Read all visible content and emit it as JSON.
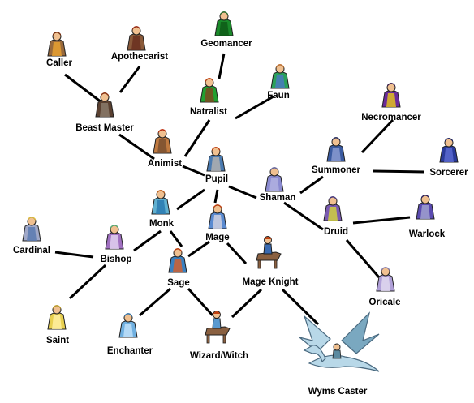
{
  "classes": [
    {
      "id": "caller",
      "label": "Caller",
      "sprite": "robed-figure-icon",
      "colors": {
        "body": "#9a6a3c",
        "accent": "#e8a030",
        "hair": "#7a3010"
      }
    },
    {
      "id": "apothecarist",
      "label": "Apothecarist",
      "sprite": "robed-figure-icon",
      "colors": {
        "body": "#8a5a3a",
        "accent": "#6a3020",
        "hair": "#a03018"
      }
    },
    {
      "id": "geomancer",
      "label": "Geomancer",
      "sprite": "robed-figure-icon",
      "colors": {
        "body": "#1a8a2a",
        "accent": "#0f5a18",
        "hair": "#2a6a2a"
      }
    },
    {
      "id": "natralist",
      "label": "Natralist",
      "sprite": "robed-figure-icon",
      "colors": {
        "body": "#22a030",
        "accent": "#7a4a20",
        "hair": "#c04010"
      }
    },
    {
      "id": "faun",
      "label": "Faun",
      "sprite": "robed-figure-icon",
      "colors": {
        "body": "#2aa05a",
        "accent": "#4a7ac0",
        "hair": "#c07030"
      }
    },
    {
      "id": "beast-master",
      "label": "Beast Master",
      "sprite": "robed-figure-icon",
      "colors": {
        "body": "#5a4030",
        "accent": "#8a7a6a",
        "hair": "#8a3010"
      }
    },
    {
      "id": "animist",
      "label": "Animist",
      "sprite": "robed-figure-icon",
      "colors": {
        "body": "#c07a40",
        "accent": "#7a5030",
        "hair": "#c03010"
      }
    },
    {
      "id": "pupil",
      "label": "Pupil",
      "sprite": "robed-figure-icon",
      "colors": {
        "body": "#4a7ab0",
        "accent": "#b0b0b0",
        "hair": "#c04010"
      }
    },
    {
      "id": "necromancer",
      "label": "Necromancer",
      "sprite": "robed-figure-icon",
      "colors": {
        "body": "#6a2a9a",
        "accent": "#e0c020",
        "hair": "#3a2050"
      }
    },
    {
      "id": "summoner",
      "label": "Summoner",
      "sprite": "robed-figure-icon",
      "colors": {
        "body": "#3a5aa0",
        "accent": "#8a9ad0",
        "hair": "#2a3060"
      }
    },
    {
      "id": "sorcerer",
      "label": "Sorcerer",
      "sprite": "robed-figure-icon",
      "colors": {
        "body": "#2a3a9a",
        "accent": "#5a6ad0",
        "hair": "#1a2060"
      }
    },
    {
      "id": "shaman",
      "label": "Shaman",
      "sprite": "robed-figure-icon",
      "colors": {
        "body": "#8a8ad0",
        "accent": "#b0b0e0",
        "hair": "#6a6aa0"
      }
    },
    {
      "id": "monk",
      "label": "Monk",
      "sprite": "robed-figure-icon",
      "colors": {
        "body": "#60b0d0",
        "accent": "#2a7ab0",
        "hair": "#c06020"
      }
    },
    {
      "id": "mage",
      "label": "Mage",
      "sprite": "robed-figure-icon",
      "colors": {
        "body": "#5a8ad0",
        "accent": "#d0d0e0",
        "hair": "#c04010"
      }
    },
    {
      "id": "druid",
      "label": "Druid",
      "sprite": "robed-figure-icon",
      "colors": {
        "body": "#7a5ab0",
        "accent": "#d0d040",
        "hair": "#4a3a80"
      }
    },
    {
      "id": "warlock",
      "label": "Warlock",
      "sprite": "robed-figure-icon",
      "colors": {
        "body": "#5a4ab0",
        "accent": "#a0a0d0",
        "hair": "#2a2060"
      }
    },
    {
      "id": "cardinal",
      "label": "Cardinal",
      "sprite": "robed-figure-icon",
      "colors": {
        "body": "#a0a8c8",
        "accent": "#5a7ab0",
        "hair": "#e0c040"
      }
    },
    {
      "id": "bishop",
      "label": "Bishop",
      "sprite": "robed-figure-icon",
      "colors": {
        "body": "#a070c0",
        "accent": "#e0d0f0",
        "hair": "#5ab07a"
      }
    },
    {
      "id": "sage",
      "label": "Sage",
      "sprite": "robed-figure-icon",
      "colors": {
        "body": "#3a80c0",
        "accent": "#d06030",
        "hair": "#c04010"
      }
    },
    {
      "id": "mage-knight",
      "label": "Mage Knight",
      "sprite": "rider-icon",
      "colors": {
        "body": "#8a6040",
        "accent": "#3a6ab0",
        "hair": "#c04010"
      }
    },
    {
      "id": "oricale",
      "label": "Oricale",
      "sprite": "robed-figure-icon",
      "colors": {
        "body": "#b0a0d8",
        "accent": "#e0d8f0",
        "hair": "#8a80b0"
      }
    },
    {
      "id": "saint",
      "label": "Saint",
      "sprite": "robed-figure-icon",
      "colors": {
        "body": "#e8d050",
        "accent": "#fff0a0",
        "hair": "#c0a030"
      }
    },
    {
      "id": "enchanter",
      "label": "Enchanter",
      "sprite": "robed-figure-icon",
      "colors": {
        "body": "#70b0e0",
        "accent": "#c0e0f8",
        "hair": "#3a7ab0"
      }
    },
    {
      "id": "wizard-witch",
      "label": "Wizard/Witch",
      "sprite": "rider-icon",
      "colors": {
        "body": "#8a6040",
        "accent": "#5a9ad0",
        "hair": "#c04010"
      }
    },
    {
      "id": "wyms-caster",
      "label": "Wyms Caster",
      "sprite": "wyvern-icon",
      "colors": {
        "body": "#b8d8e8",
        "accent": "#7aa8c0",
        "hair": "#5a8aa0"
      }
    }
  ],
  "connections": [
    [
      "caller",
      "beast-master"
    ],
    [
      "apothecarist",
      "beast-master"
    ],
    [
      "beast-master",
      "animist"
    ],
    [
      "geomancer",
      "natralist"
    ],
    [
      "faun",
      "natralist"
    ],
    [
      "natralist",
      "animist"
    ],
    [
      "animist",
      "pupil"
    ],
    [
      "pupil",
      "shaman"
    ],
    [
      "pupil",
      "monk"
    ],
    [
      "pupil",
      "mage"
    ],
    [
      "necromancer",
      "summoner"
    ],
    [
      "summoner",
      "shaman"
    ],
    [
      "summoner",
      "sorcerer"
    ],
    [
      "shaman",
      "druid"
    ],
    [
      "druid",
      "warlock"
    ],
    [
      "druid",
      "oricale"
    ],
    [
      "monk",
      "bishop"
    ],
    [
      "monk",
      "sage"
    ],
    [
      "mage",
      "sage"
    ],
    [
      "mage",
      "mage-knight"
    ],
    [
      "cardinal",
      "bishop"
    ],
    [
      "bishop",
      "saint"
    ],
    [
      "sage",
      "enchanter"
    ],
    [
      "sage",
      "wizard-witch"
    ],
    [
      "mage-knight",
      "wizard-witch"
    ],
    [
      "mage-knight",
      "wyms-caster"
    ]
  ]
}
